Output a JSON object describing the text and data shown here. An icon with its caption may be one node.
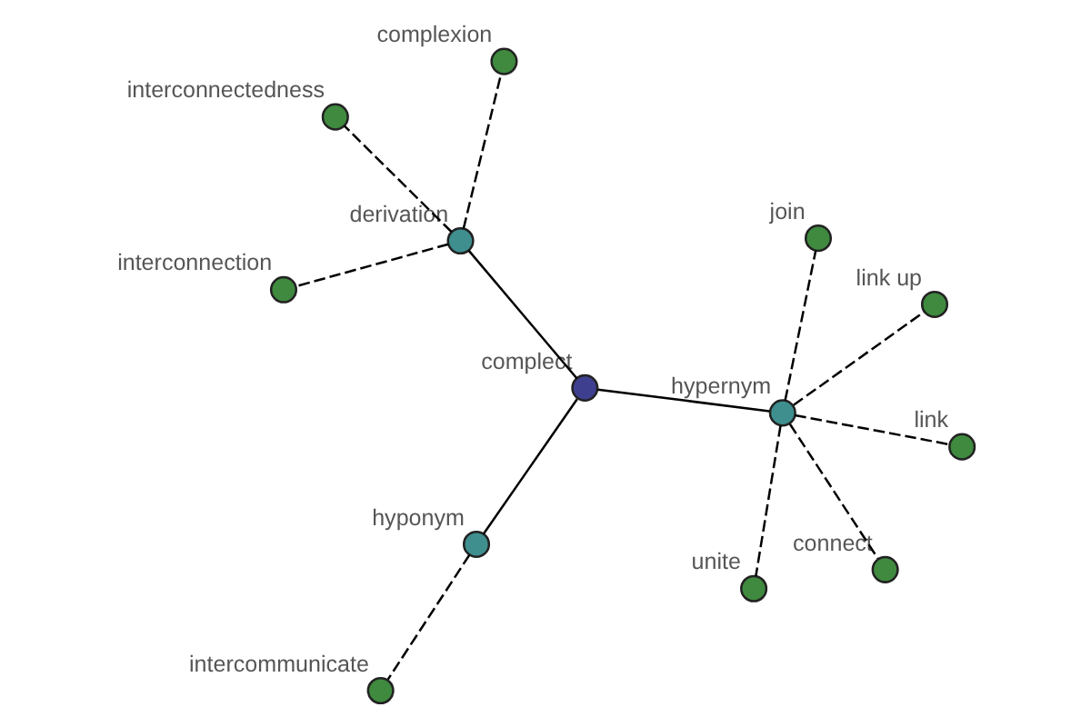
{
  "diagram": {
    "nodes": [
      {
        "text": [
          "intercommunicate"
        ]
      },
      {
        "text": [
          "hyponym"
        ]
      },
      {
        "text": [
          "complect"
        ]
      },
      {
        "text": [
          "interconnection"
        ]
      },
      {
        "text": [
          "derivation"
        ]
      },
      {
        "text": [
          "link up"
        ]
      },
      {
        "text": [
          "hypernym"
        ]
      },
      {
        "text": [
          "unite"
        ]
      },
      {
        "text": [
          "complexion"
        ]
      },
      {
        "text": [
          "connect"
        ]
      },
      {
        "text": [
          "interconnectedness"
        ]
      },
      {
        "text": [
          "link"
        ]
      },
      {
        "text": [
          "join"
        ]
      }
    ],
    "edges": [
      {
        "from": 2,
        "to": 1,
        "arrow": "none"
      },
      {
        "from": 1,
        "to": 0,
        "arrow": "none",
        "style": "dashed"
      },
      {
        "from": 2,
        "to": 4,
        "arrow": "none"
      },
      {
        "from": 2,
        "to": 6,
        "arrow": "none"
      },
      {
        "from": 4,
        "to": 3,
        "arrow": "none",
        "style": "dashed"
      },
      {
        "from": 4,
        "to": 8,
        "arrow": "none",
        "style": "dashed"
      },
      {
        "from": 4,
        "to": 10,
        "arrow": "none",
        "style": "dashed"
      },
      {
        "from": 6,
        "to": 5,
        "arrow": "none",
        "style": "dashed"
      },
      {
        "from": 6,
        "to": 7,
        "arrow": "none",
        "style": "dashed"
      },
      {
        "from": 6,
        "to": 9,
        "arrow": "none",
        "style": "dashed"
      },
      {
        "from": 6,
        "to": 11,
        "arrow": "none",
        "style": "dashed"
      },
      {
        "from": 6,
        "to": 12,
        "arrow": "none",
        "style": "dashed"
      }
    ]
  }
}
